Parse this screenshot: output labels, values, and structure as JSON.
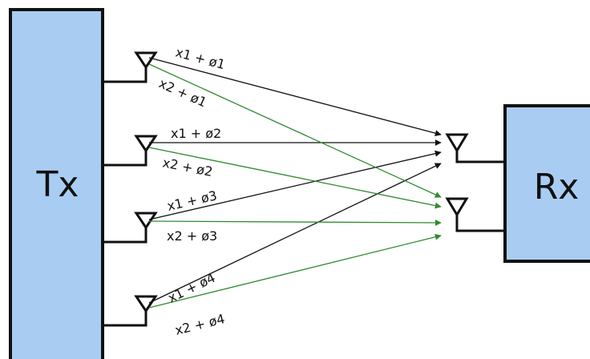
{
  "colors": {
    "block_fill": "#a9cdf2",
    "block_stroke": "#111111",
    "black_path": "#111111",
    "green_path": "#2e8b2e"
  },
  "tx": {
    "label": "Tx",
    "antennas": [
      {
        "label_x1": "x1 + ø1",
        "label_x2": "x2 + ø1"
      },
      {
        "label_x1": "x1 + ø2",
        "label_x2": "x2 + ø2"
      },
      {
        "label_x1": "x1 + ø3",
        "label_x2": "x2 + ø3"
      },
      {
        "label_x1": "x1 + ø4",
        "label_x2": "x2 + ø4"
      }
    ]
  },
  "rx": {
    "label": "Rx",
    "antenna_count": 2
  },
  "icons": {
    "antenna": "antenna-icon",
    "arrow": "arrow-head"
  }
}
